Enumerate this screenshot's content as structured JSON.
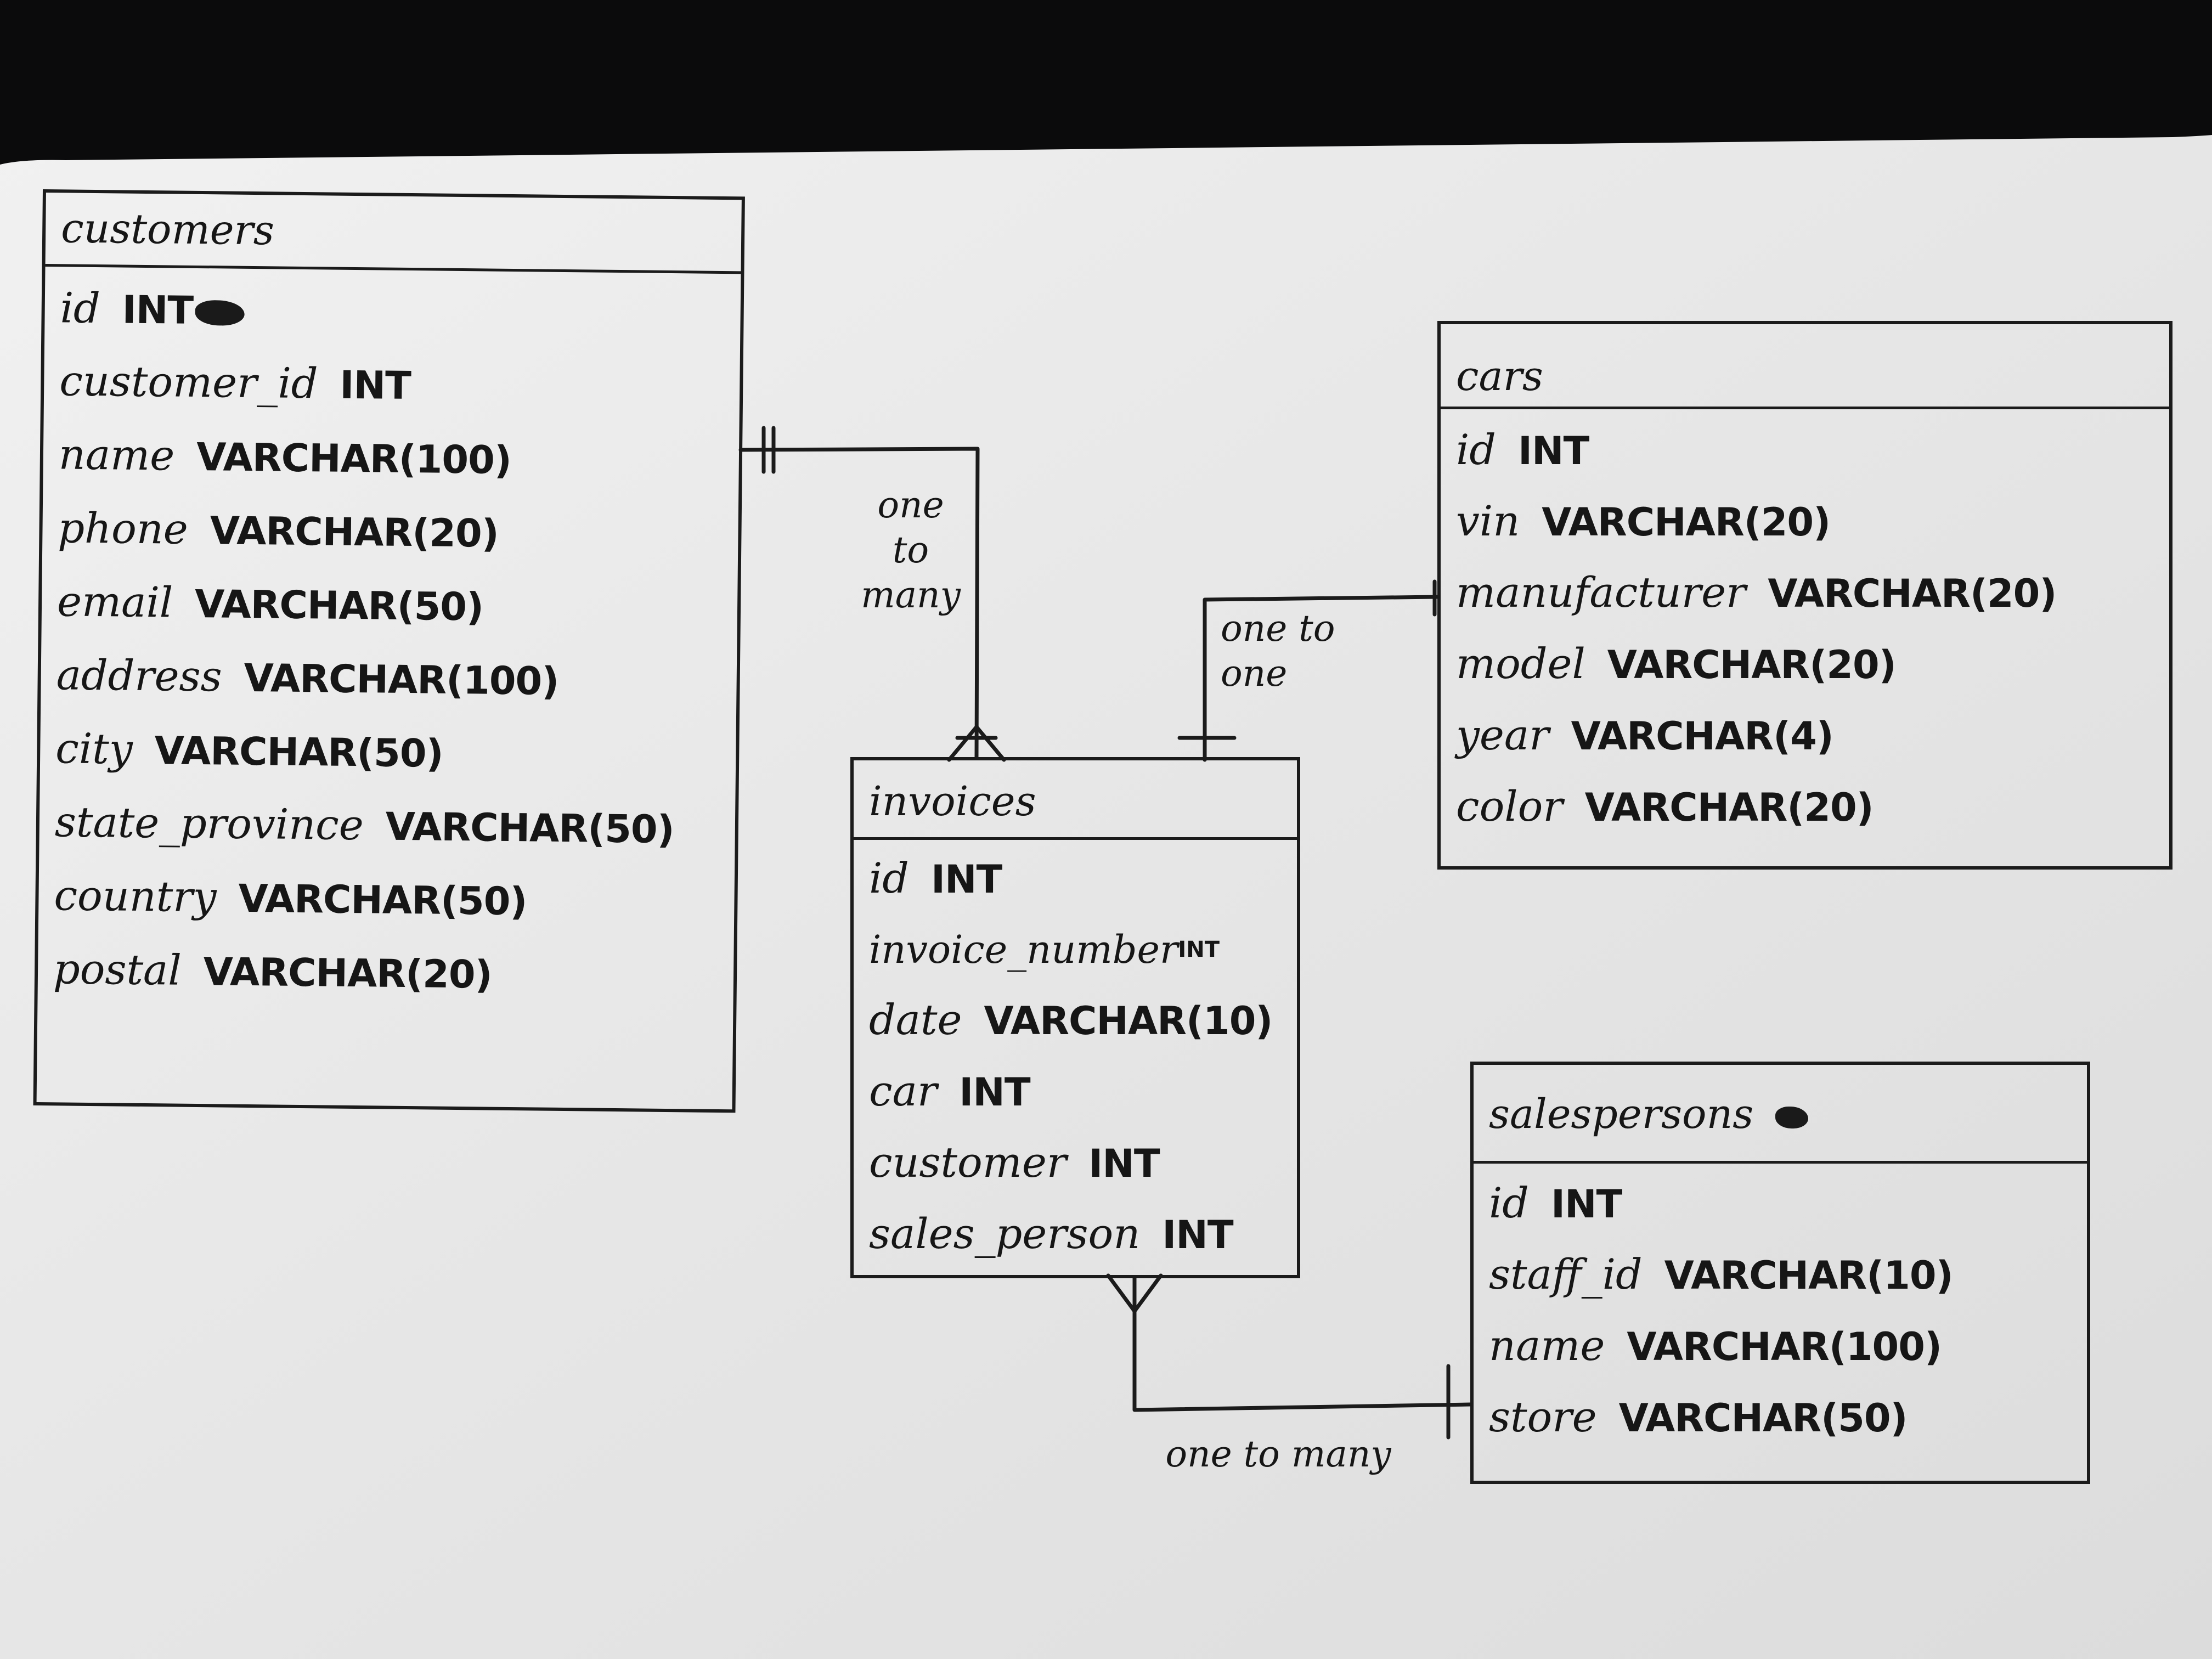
{
  "diagram": {
    "tables": [
      {
        "key": "customers",
        "title": "customers",
        "columns": [
          {
            "name": "id",
            "type": "INT",
            "obscured": true
          },
          {
            "name": "customer_id",
            "type": "INT"
          },
          {
            "name": "name",
            "type": "VARCHAR(100)"
          },
          {
            "name": "phone",
            "type": "VARCHAR(20)"
          },
          {
            "name": "email",
            "type": "VARCHAR(50)"
          },
          {
            "name": "address",
            "type": "VARCHAR(100)"
          },
          {
            "name": "city",
            "type": "VARCHAR(50)"
          },
          {
            "name": "state_province",
            "type": "VARCHAR(50)"
          },
          {
            "name": "country",
            "type": "VARCHAR(50)"
          },
          {
            "name": "postal",
            "type": "VARCHAR(20)"
          }
        ]
      },
      {
        "key": "cars",
        "title": "cars",
        "columns": [
          {
            "name": "id",
            "type": "INT"
          },
          {
            "name": "vin",
            "type": "VARCHAR(20)"
          },
          {
            "name": "manufacturer",
            "type": "VARCHAR(20)"
          },
          {
            "name": "model",
            "type": "VARCHAR(20)"
          },
          {
            "name": "year",
            "type": "VARCHAR(4)"
          },
          {
            "name": "color",
            "type": "VARCHAR(20)"
          }
        ]
      },
      {
        "key": "invoices",
        "title": "invoices",
        "columns": [
          {
            "name": "id",
            "type": "INT"
          },
          {
            "name": "invoice_number",
            "type": "INT",
            "superscript": true
          },
          {
            "name": "date",
            "type": "VARCHAR(10)"
          },
          {
            "name": "car",
            "type": "INT"
          },
          {
            "name": "customer",
            "type": "INT"
          },
          {
            "name": "sales_person",
            "type": "INT"
          }
        ]
      },
      {
        "key": "salespersons",
        "title": "salespersons",
        "title_scribble": true,
        "columns": [
          {
            "name": "id",
            "type": "INT"
          },
          {
            "name": "staff_id",
            "type": "VARCHAR(10)"
          },
          {
            "name": "name",
            "type": "VARCHAR(100)"
          },
          {
            "name": "store",
            "type": "VARCHAR(50)"
          }
        ]
      }
    ],
    "relationships": [
      {
        "from": "customers",
        "to": "invoices",
        "label": "one\nto\nmany",
        "from_end": "one",
        "to_end": "many"
      },
      {
        "from": "invoices",
        "to": "cars",
        "label": "one to\none",
        "from_end": "one",
        "to_end": "one"
      },
      {
        "from": "invoices",
        "to": "salespersons",
        "label": "one to many",
        "from_end": "many",
        "to_end": "one"
      }
    ]
  },
  "colors": {
    "background": "#0b0b0c",
    "paper": "#ececec",
    "ink": "#1b1b1b"
  }
}
